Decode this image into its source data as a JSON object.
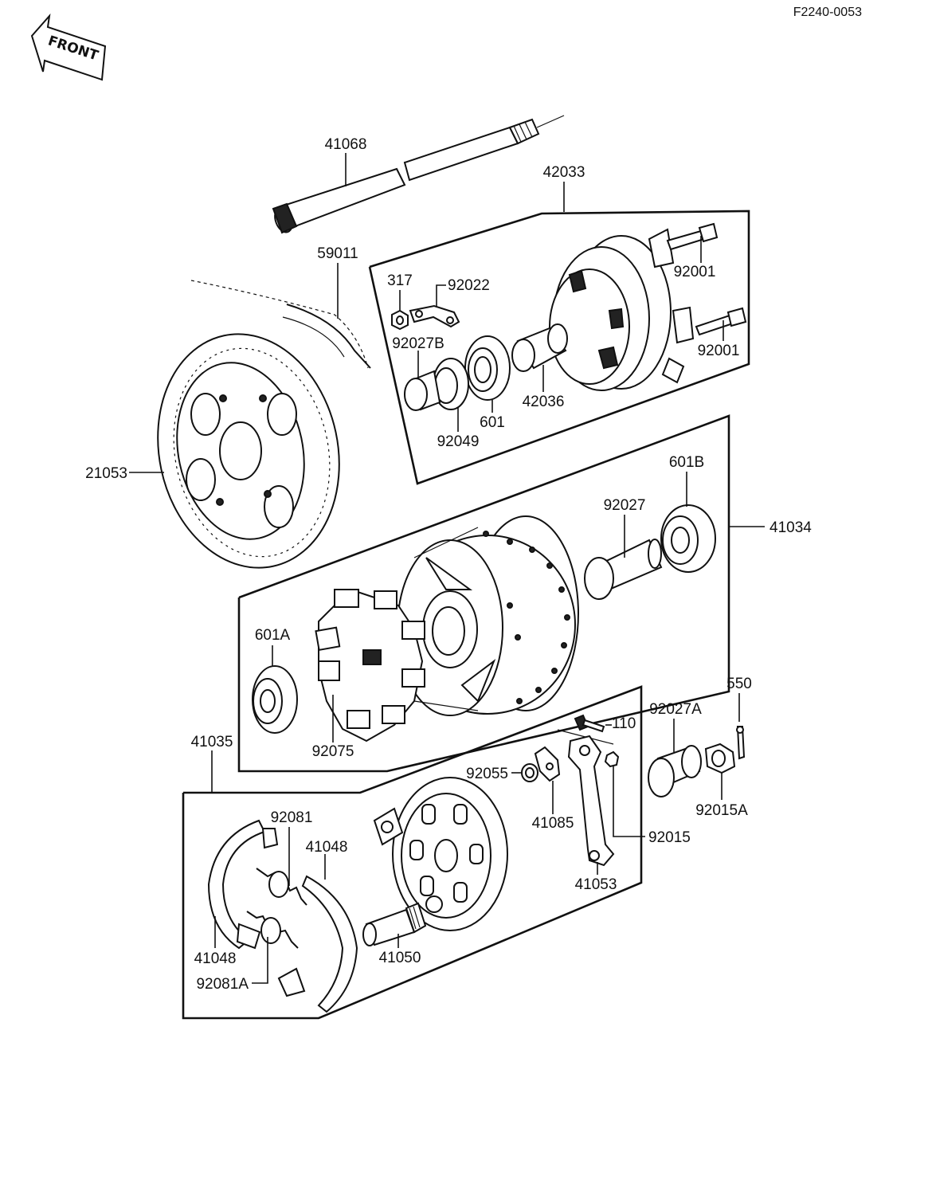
{
  "reference_code": "F2240-0053",
  "front_arrow": {
    "text": "FRONT"
  },
  "labels": {
    "p41068": "41068",
    "p42033": "42033",
    "p59011": "59011",
    "p317": "317",
    "p92022": "92022",
    "p92001a": "92001",
    "p92001b": "92001",
    "p92027B": "92027B",
    "p42036": "42036",
    "p601": "601",
    "p92049": "92049",
    "p21053": "21053",
    "p601B": "601B",
    "p92027": "92027",
    "p41034": "41034",
    "p601A": "601A",
    "p92075": "92075",
    "p550": "550",
    "p92027A": "92027A",
    "p110": "110",
    "p41035": "41035",
    "p92055": "92055",
    "p41085": "41085",
    "p92015A": "92015A",
    "p92081": "92081",
    "p41048a": "41048",
    "p92015": "92015",
    "p41053": "41053",
    "p41048b": "41048",
    "p41050": "41050",
    "p92081A": "92081A"
  }
}
